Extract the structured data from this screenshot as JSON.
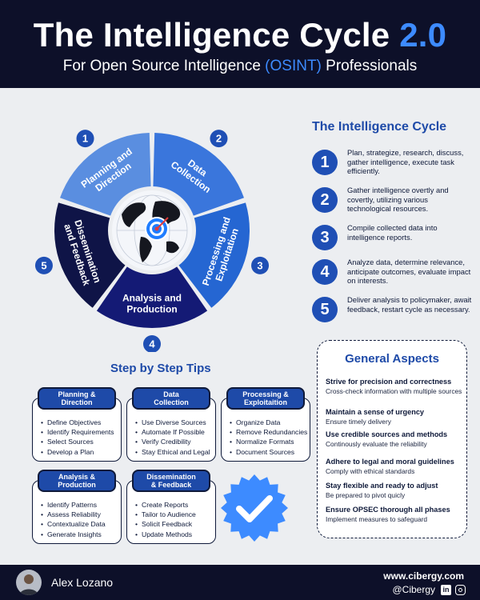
{
  "header": {
    "title_main": "The Intelligence Cycle",
    "title_version": "2.0",
    "subtitle_pre": "For Open Source Intelligence",
    "subtitle_accent": "(OSINT)",
    "subtitle_post": "Professionals"
  },
  "wheel": {
    "segments": [
      {
        "num": "1",
        "line1": "Planning and",
        "line2": "Direction",
        "color": "#5a8ee0"
      },
      {
        "num": "2",
        "line1": "Data",
        "line2": "Collection",
        "color": "#3a76dc"
      },
      {
        "num": "3",
        "line1": "Processing and",
        "line2": "Exploitation",
        "color": "#2566d2"
      },
      {
        "num": "4",
        "line1": "Analysis and",
        "line2": "Production",
        "color": "#141a75"
      },
      {
        "num": "5",
        "line1": "Dissemination",
        "line2": "and Feedback",
        "color": "#0f1447"
      }
    ]
  },
  "cycle": {
    "heading": "The Intelligence Cycle",
    "items": [
      {
        "num": "1",
        "text": "Plan, strategize, research, discuss, gather intelligence, execute task efficiently."
      },
      {
        "num": "2",
        "text": "Gather intelligence overtly and covertly, utilizing various technological resources."
      },
      {
        "num": "3",
        "text": "Compile collected data into intelligence reports."
      },
      {
        "num": "4",
        "text": "Analyze data, determine relevance, anticipate outcomes, evaluate impact on interests."
      },
      {
        "num": "5",
        "text": "Deliver analysis to policymaker, await feedback, restart cycle as necessary."
      }
    ]
  },
  "tips": {
    "heading": "Step by Step Tips",
    "cards": [
      {
        "line1": "Planning &",
        "line2": "Direction",
        "items": [
          "Define Objectives",
          "Identify Requirements",
          "Select Sources",
          "Develop a Plan"
        ]
      },
      {
        "line1": "Data",
        "line2": "Collection",
        "items": [
          "Use Diverse Sources",
          "Automate If Possible",
          "Verify Credibility",
          "Stay Ethical and Legal"
        ]
      },
      {
        "line1": "Processing &",
        "line2": "Exploitaition",
        "items": [
          "Organize Data",
          "Remove Redundancies",
          "Normalize Formats",
          "Document Sources"
        ]
      },
      {
        "line1": "Analysis &",
        "line2": "Production",
        "items": [
          "Identify Patterns",
          "Assess Reliability",
          "Contextualize Data",
          "Generate Insights"
        ]
      },
      {
        "line1": "Dissemination",
        "line2": "& Feedback",
        "items": [
          "Create Reports",
          "Tailor to Audience",
          "Solicit Feedback",
          "Update Methods"
        ]
      }
    ]
  },
  "aspects": {
    "heading": "General Aspects",
    "items": [
      {
        "title": "Strive for precision and correctness",
        "desc": "Cross-check information with multiple sources"
      },
      {
        "title": "Maintain a sense of urgency",
        "desc": "Ensure timely delivery"
      },
      {
        "title": "Use credible sources and methods",
        "desc": "Continously evaluate the reliability"
      },
      {
        "title": "Adhere to legal and moral guidelines",
        "desc": "Comply with ethical standards"
      },
      {
        "title": "Stay flexible and ready to adjust",
        "desc": "Be prepared to pivot quicly"
      },
      {
        "title": "Ensure OPSEC thorough all phases",
        "desc": "Implement measures to safeguard"
      }
    ]
  },
  "footer": {
    "author": "Alex Lozano",
    "website": "www.cibergy.com",
    "handle": "@Cibergy",
    "linkedin_icon": "linkedin-icon",
    "instagram_icon": "instagram-icon"
  }
}
